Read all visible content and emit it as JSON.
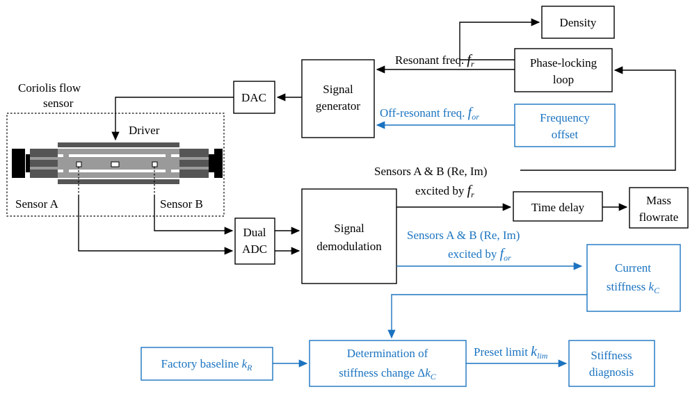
{
  "colors": {
    "black": "#000000",
    "blue": "#1a73c0",
    "tube_dark": "#555555",
    "tube_light": "#9a9a9a"
  },
  "sensor": {
    "title_1": "Coriolis flow",
    "title_2": "sensor",
    "driver": "Driver",
    "sensor_a": "Sensor A",
    "sensor_b": "Sensor B"
  },
  "blocks": {
    "density": "Density",
    "pll_1": "Phase-locking",
    "pll_2": "loop",
    "dac": "DAC",
    "siggen_1": "Signal",
    "siggen_2": "generator",
    "freq_offset_1": "Frequency",
    "freq_offset_2": "offset",
    "dual_adc_1": "Dual",
    "dual_adc_2": "ADC",
    "sigdemod_1": "Signal",
    "sigdemod_2": "demodulation",
    "time_delay": "Time delay",
    "mass_1": "Mass",
    "mass_2": "flowrate",
    "current_stiffness_1": "Current",
    "current_stiffness_2": "stiffness ",
    "current_stiffness_var": "k",
    "current_stiffness_sub": "C",
    "factory_baseline": "Factory baseline ",
    "factory_var": "k",
    "factory_sub": "R",
    "determination_1": "Determination of",
    "determination_2": "stiffness change Δ",
    "determination_var": "k",
    "determination_sub": "C",
    "stiffness_diag_1": "Stiffness",
    "stiffness_diag_2": "diagnosis"
  },
  "labels": {
    "resonant": "Resonant freq. ",
    "resonant_var": "f",
    "resonant_sub": "r",
    "off_resonant": "Off-resonant freq. ",
    "off_resonant_var": "f",
    "off_resonant_sub": "or",
    "sensors_re_im": "Sensors A & B (Re, Im)",
    "excited_by": "excited by ",
    "excited_var": "f",
    "excited_sub": "r",
    "sensors_blue": "Sensors A & B (Re, Im)",
    "excited_blue": "excited by ",
    "excited_blue_var": "f",
    "excited_blue_sub": "or",
    "preset_limit": "Preset limit ",
    "preset_var": "k",
    "preset_sub": "lim"
  }
}
